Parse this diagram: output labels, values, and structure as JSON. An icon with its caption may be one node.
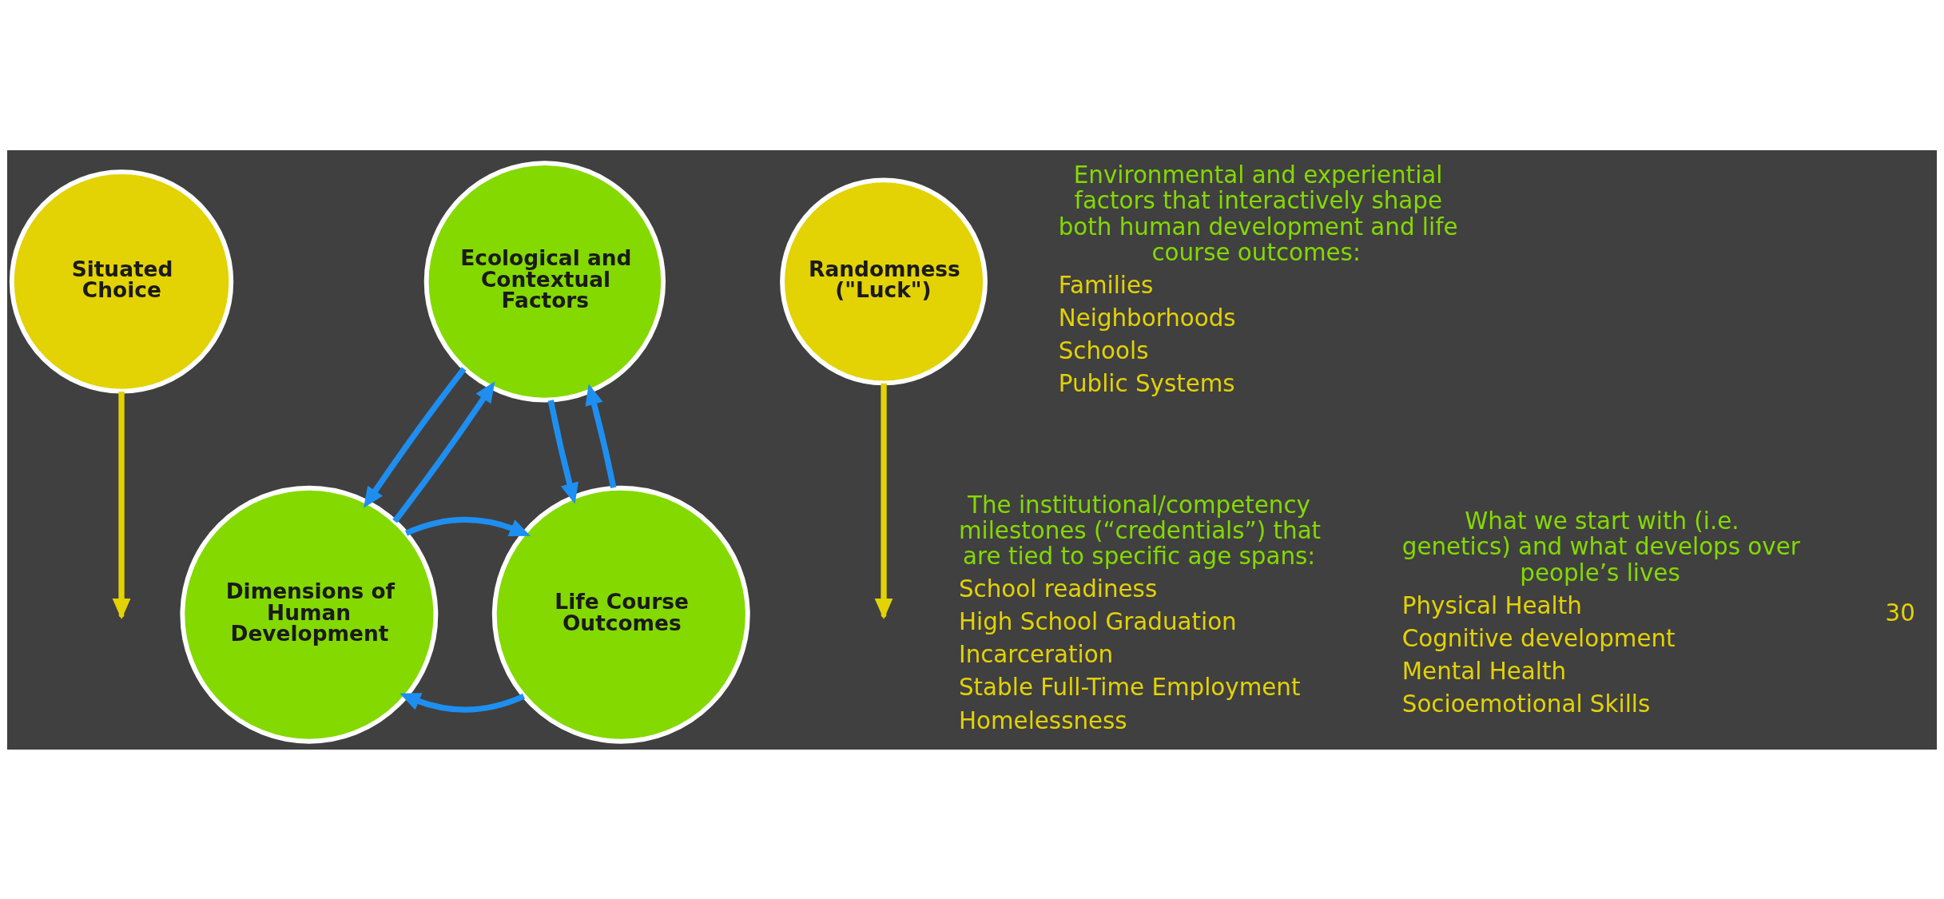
{
  "diagram": {
    "nodes": [
      {
        "text": [
          "Situated Choice"
        ]
      },
      {
        "text": [
          "Ecological and Contextual Factors"
        ]
      },
      {
        "text": [
          "Randomness (\"Luck\")"
        ]
      },
      {
        "text": [
          "Dimensions of Human Development"
        ]
      },
      {
        "text": [
          "Life Course Outcomes"
        ]
      }
    ],
    "edges": [
      {
        "from": 0,
        "to": null,
        "arrow": "to",
        "color": "#e3d204"
      },
      {
        "from": 2,
        "to": null,
        "arrow": "to",
        "color": "#e3d204"
      },
      {
        "from": 3,
        "to": 1,
        "arrow": "to"
      },
      {
        "from": 1,
        "to": 3,
        "arrow": "to"
      },
      {
        "from": 1,
        "to": 4,
        "arrow": "to"
      },
      {
        "from": 4,
        "to": 1,
        "arrow": "to"
      },
      {
        "from": 4,
        "to": 3,
        "arrow": "to"
      },
      {
        "from": 3,
        "to": 4,
        "arrow": "to"
      }
    ],
    "labels": [
      "Environmental and experiential factors that interactively shape both human development and life course outcomes:",
      "Families",
      "Neighborhoods",
      "Schools",
      "Public Systems",
      "The institutional/competency milestones (“credentials”) that are tied to specific age spans:",
      "School readiness",
      "High School Graduation",
      "Incarceration",
      "Stable Full-Time Employment",
      "Homelessness",
      "What we start with (i.e. genetics) and what develops over people’s lives",
      "Physical Health",
      "Cognitive development",
      "Mental Health",
      "Socioemotional Skills",
      "30"
    ]
  }
}
